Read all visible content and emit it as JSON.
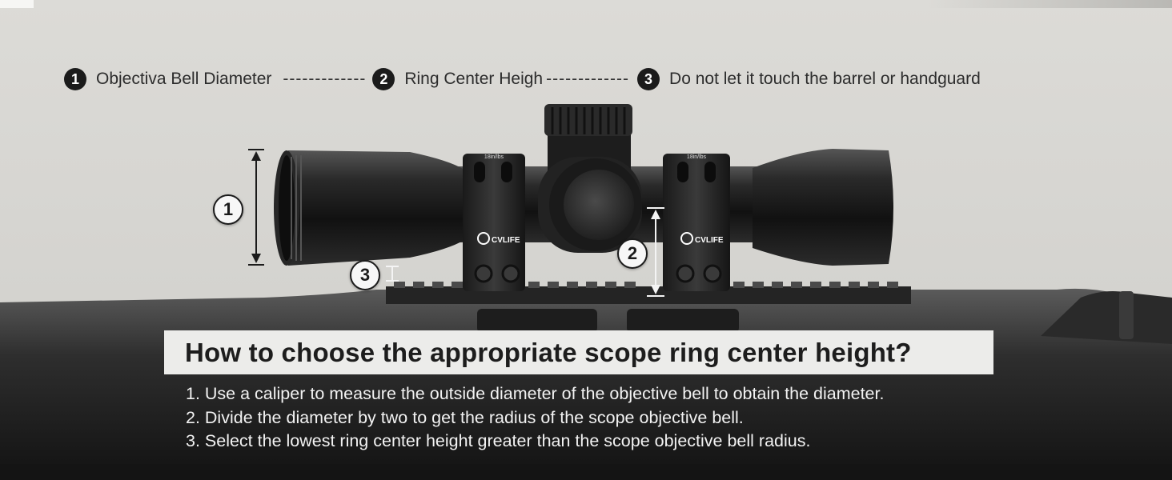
{
  "legend": {
    "items": [
      {
        "number": "1",
        "label": "Objectiva Bell Diameter"
      },
      {
        "number": "2",
        "label": "Ring Center Heigh"
      },
      {
        "number": "3",
        "label": "Do not let it touch the barrel or handguard"
      }
    ],
    "separator": "-------------"
  },
  "callouts": {
    "bell_diameter": "1",
    "ring_height": "2",
    "clearance": "3"
  },
  "rings": {
    "torque_label": "18in/lbs",
    "brand": "CVLIFE"
  },
  "panel": {
    "title": "How to choose the appropriate scope ring center height?",
    "steps": [
      "1. Use a caliper to measure the outside diameter of the objective bell to obtain the diameter.",
      "2. Divide the diameter by two to get the radius of the scope objective bell.",
      "3. Select the lowest ring center height greater than the scope objective bell radius."
    ]
  }
}
